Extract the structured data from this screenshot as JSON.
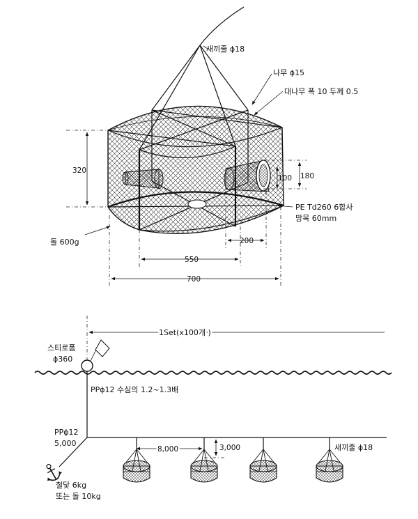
{
  "trap": {
    "rope_top": "새끼줄 ϕ18",
    "wood": "나무 ϕ15",
    "bamboo": "대나무 폭 10 두께 0.5",
    "net_line1": "PE Td260 6합사",
    "net_line2": "망목 60mm",
    "stone": "돌 600g",
    "dim_height": "320",
    "dim_entrance_outer": "180",
    "dim_entrance_inner": "100",
    "dim_entrance_len": "200",
    "dim_inner_width": "550",
    "dim_outer_width": "700"
  },
  "longline": {
    "set_label": "1Set(x100개 )",
    "float_label": "스티로폼",
    "float_size": "ϕ360",
    "float_rope": "PPϕ12 수심의 1.2~1.3배",
    "mainline": "PPϕ12",
    "mainline_len": "5,000",
    "spacing": "8,000",
    "branch_len": "3,000",
    "branch_rope": "새끼줄 ϕ18",
    "anchor_line1": "철닻 6kg",
    "anchor_line2": "또는 돌 10kg"
  }
}
